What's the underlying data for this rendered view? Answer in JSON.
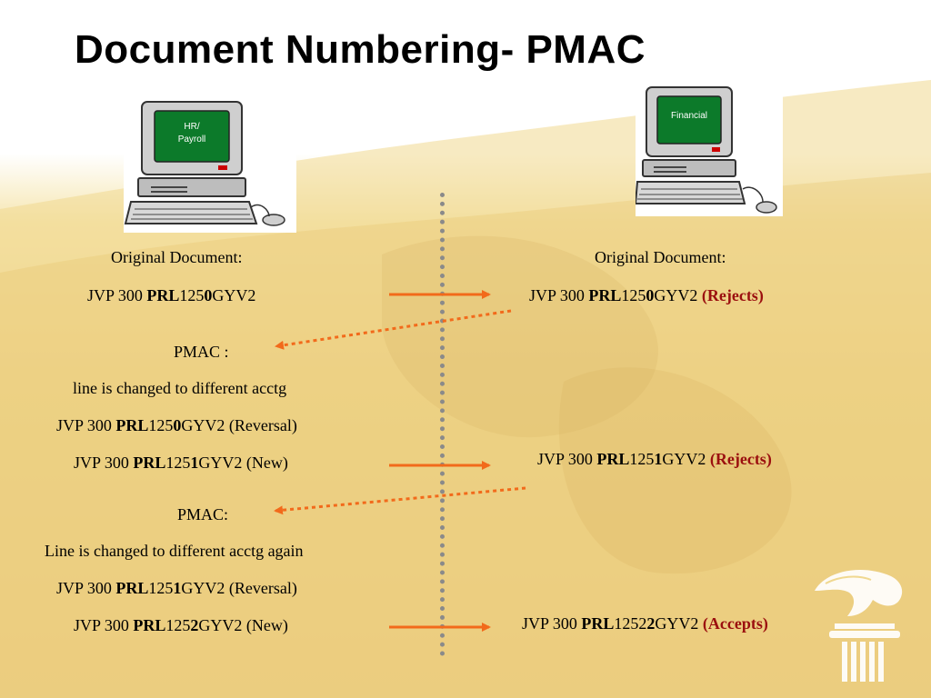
{
  "title": "Document Numbering- PMAC",
  "computers": {
    "left_screen": "HR/ Payroll",
    "left_line1": "HR/",
    "left_line2": "Payroll",
    "right_screen": "Financial"
  },
  "left": {
    "orig_label": "Original Document:",
    "doc1": {
      "a": "JVP 300 ",
      "b": "PRL",
      "c": "125",
      "d": "0",
      "e": "GYV2"
    },
    "pmac1_label": "PMAC :",
    "pmac1_desc": "line is changed to different acctg",
    "rev1": {
      "a": "JVP 300 ",
      "b": "PRL",
      "c": "125",
      "d": "0",
      "e": "GYV2 (Reversal)"
    },
    "new1": {
      "a": "JVP 300 ",
      "b": "PRL",
      "c": "125",
      "d": "1",
      "e": "GYV2 (New)"
    },
    "pmac2_label": "PMAC:",
    "pmac2_desc": "Line is changed to different acctg again",
    "rev2": {
      "a": "JVP 300 ",
      "b": "PRL",
      "c": "125",
      "d": "1",
      "e": "GYV2 (Reversal)"
    },
    "new2": {
      "a": "JVP 300 ",
      "b": "PRL",
      "c": "125",
      "d": "2",
      "e": "GYV2 (New)"
    }
  },
  "right": {
    "orig_label": "Original Document:",
    "r1": {
      "a": "JVP 300 ",
      "b": "PRL",
      "c": "125",
      "d": "0",
      "e": "GYV2 ",
      "status": "(Rejects)"
    },
    "r2": {
      "a": "JVP 300 ",
      "b": "PRL",
      "c": "125",
      "d": "1",
      "e": "GYV2 ",
      "status": "(Rejects)"
    },
    "r3": {
      "a": "JVP 300 ",
      "b": "PRL",
      "c": "1252",
      "d": "2",
      "e": "GYV2 ",
      "status": "(Accepts)"
    }
  },
  "colors": {
    "arrow": "#f26a1b",
    "status_red": "#9b0f0f",
    "screen_green": "#0c7a2a",
    "divider": "#8a8a8a"
  },
  "icons": {
    "computer": "desktop-computer-icon",
    "logo": "pillar-eagle-logo"
  }
}
